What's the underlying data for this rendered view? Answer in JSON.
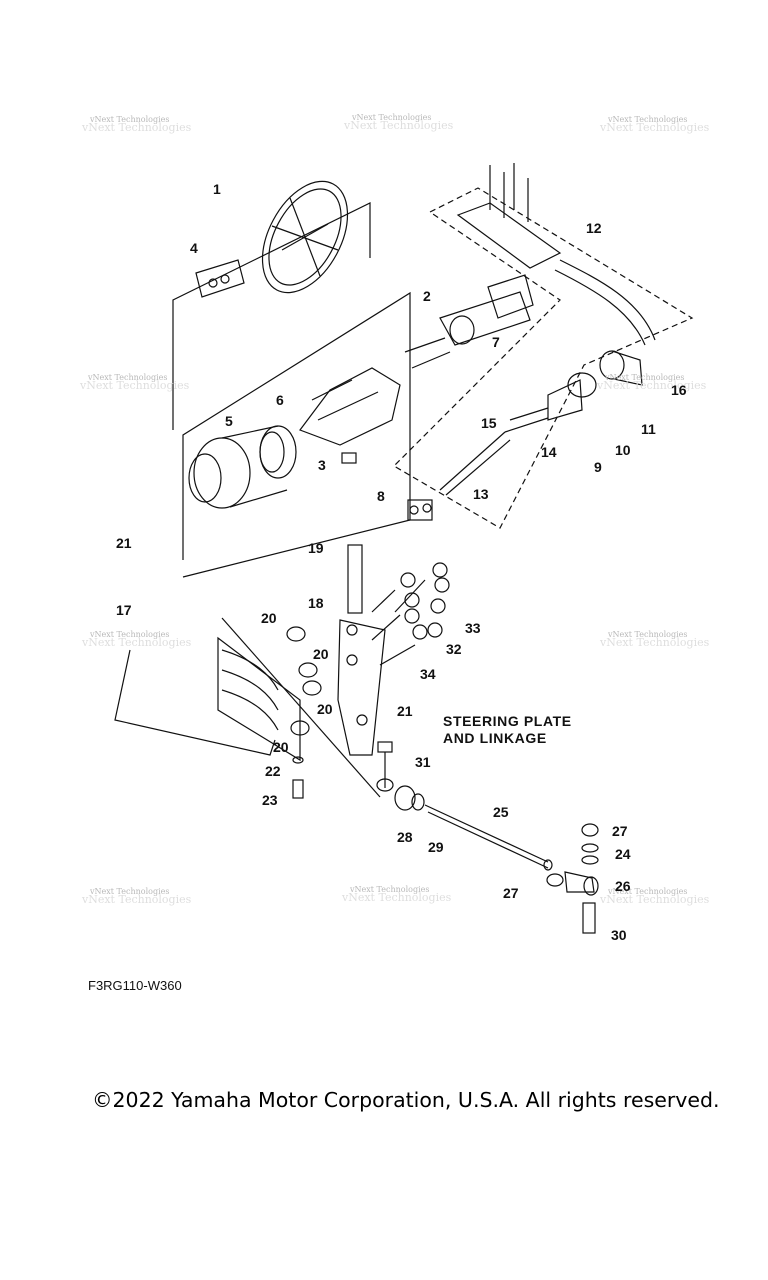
{
  "diagram": {
    "section_title_line1": "STEERING PLATE",
    "section_title_line2": "AND LINKAGE",
    "figure_code": "F3RG110-W360",
    "copyright": "©2022 Yamaha Motor Corporation, U.S.A. All rights reserved.",
    "watermark": "vNext Technologies",
    "watermark_ghost": "vNext Technologies",
    "callouts": [
      "1",
      "2",
      "3",
      "4",
      "5",
      "6",
      "7",
      "8",
      "9",
      "10",
      "11",
      "12",
      "13",
      "14",
      "15",
      "16",
      "17",
      "18",
      "19",
      "20",
      "20",
      "20",
      "20",
      "21",
      "21",
      "22",
      "23",
      "24",
      "25",
      "26",
      "27",
      "27",
      "28",
      "29",
      "30",
      "31",
      "32",
      "33",
      "34"
    ]
  }
}
